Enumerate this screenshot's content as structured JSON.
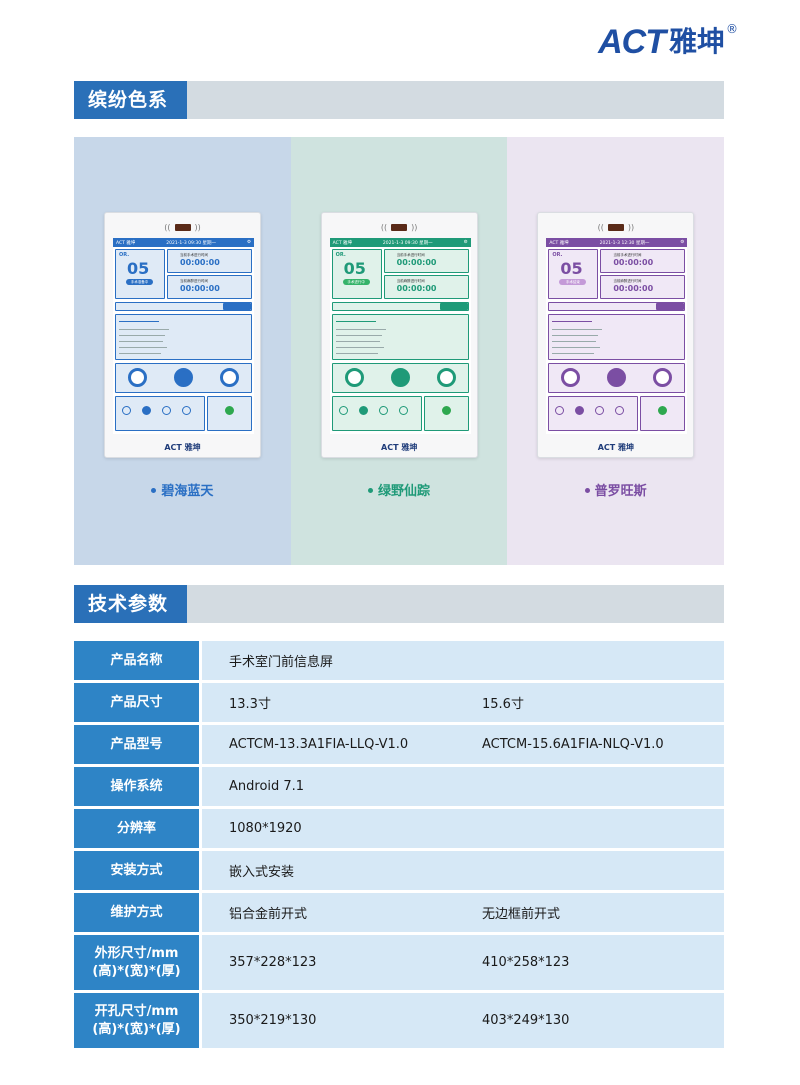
{
  "logo": {
    "mark": "ACT",
    "cn": "雅坤",
    "reg": "®"
  },
  "section1": {
    "title": "缤纷色系"
  },
  "section2": {
    "title": "技术参数"
  },
  "devices": [
    {
      "caption": "碧海蓝天",
      "primary": "#2a6fc4",
      "light": "#dfeaf6",
      "pill": "#2a6fc4",
      "brand": "ACT 雅坤",
      "datetime": "2021-1-3 09:30 星期一",
      "or": "OR.",
      "num": "05",
      "status": "手术准备中",
      "t1": "当前手术进行时间",
      "v1": "00:00:00",
      "t2": "当前麻醉进行时间",
      "v2": "00:00:00",
      "foot": "ACT 雅坤"
    },
    {
      "caption": "绿野仙踪",
      "primary": "#1f9a78",
      "light": "#e0f2ea",
      "pill": "#35b36a",
      "brand": "ACT 雅坤",
      "datetime": "2021-1-3 09:30 星期一",
      "or": "OR.",
      "num": "05",
      "status": "手术进行中",
      "t1": "当前手术进行时间",
      "v1": "00:00:00",
      "t2": "当前麻醉进行时间",
      "v2": "00:00:00",
      "foot": "ACT 雅坤"
    },
    {
      "caption": "普罗旺斯",
      "primary": "#7b4ea3",
      "light": "#f0e8f6",
      "pill": "#c49ad8",
      "brand": "ACT 雅坤",
      "datetime": "2021-1-3 12:30 星期一",
      "or": "OR.",
      "num": "05",
      "status": "手术结束",
      "t1": "当前手术进行时间",
      "v1": "00:00:00",
      "t2": "当前麻醉进行时间",
      "v2": "00:00:00",
      "foot": "ACT 雅坤"
    }
  ],
  "specs": [
    {
      "key": "产品名称",
      "v1": "手术室门前信息屏",
      "v2": ""
    },
    {
      "key": "产品尺寸",
      "v1": "13.3寸",
      "v2": "15.6寸"
    },
    {
      "key": "产品型号",
      "v1": "ACTCM-13.3A1FIA-LLQ-V1.0",
      "v2": "ACTCM-15.6A1FIA-NLQ-V1.0"
    },
    {
      "key": "操作系统",
      "v1": "Android 7.1",
      "v2": ""
    },
    {
      "key": "分辨率",
      "v1": "1080*1920",
      "v2": ""
    },
    {
      "key": "安装方式",
      "v1": "嵌入式安装",
      "v2": ""
    },
    {
      "key": "维护方式",
      "v1": "铝合金前开式",
      "v2": "无边框前开式"
    },
    {
      "key": "外形尺寸/mm",
      "key2": "(高)*(宽)*(厚)",
      "v1": "357*228*123",
      "v2": "410*258*123"
    },
    {
      "key": "开孔尺寸/mm",
      "key2": "(高)*(宽)*(厚)",
      "v1": "350*219*130",
      "v2": "403*249*130"
    }
  ]
}
